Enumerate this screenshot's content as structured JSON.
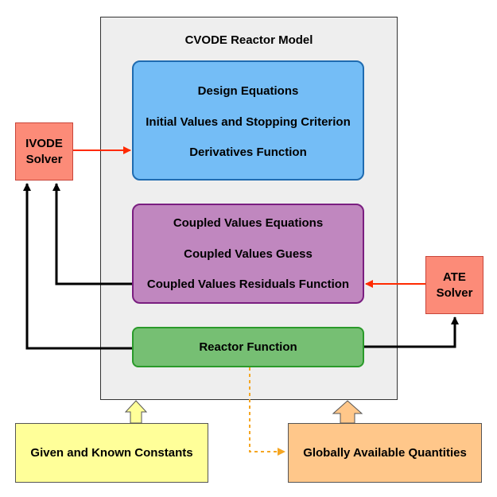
{
  "outer_box": {
    "title": "CVODE Reactor Model"
  },
  "design_box": {
    "lines": [
      "Design Equations",
      "Initial Values and Stopping Criterion",
      "Derivatives Function"
    ]
  },
  "coupled_box": {
    "lines": [
      "Coupled Values Equations",
      "Coupled Values Guess",
      "Coupled Values Residuals Function"
    ]
  },
  "reactor_box": {
    "label": "Reactor Function"
  },
  "ivode_solver": {
    "lines": [
      "IVODE",
      "Solver"
    ]
  },
  "ate_solver": {
    "lines": [
      "ATE",
      "Solver"
    ]
  },
  "given_box": {
    "label": "Given and Known Constants"
  },
  "global_box": {
    "label": "Globally Available Quantities"
  },
  "colors": {
    "design_fill": "#74bdf6",
    "coupled_fill": "#c087bf",
    "reactor_fill": "#76bf73",
    "solver_fill": "#fc8b78",
    "given_fill": "#ffff99",
    "global_fill": "#ffc78a",
    "red_arrow": "#ff2a00",
    "black_arrow": "#000000",
    "dotted_arrow": "#f5a623"
  }
}
